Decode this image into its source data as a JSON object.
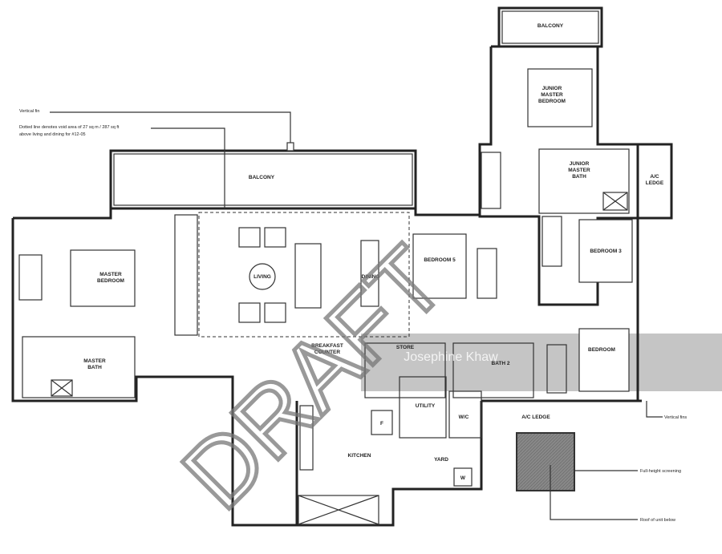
{
  "rooms": {
    "balcony_top": "BALCONY",
    "junior_master_bedroom": [
      "JUNIOR",
      "MASTER",
      "BEDROOM"
    ],
    "junior_master_bath": [
      "JUNIOR",
      "MASTER",
      "BATH"
    ],
    "ac_ledge_right": [
      "A/C",
      "LEDGE"
    ],
    "balcony_main": "BALCONY",
    "master_bedroom": [
      "MASTER",
      "BEDROOM"
    ],
    "living": "LIVING",
    "dining": "DINING",
    "bedroom_5": "BEDROOM 5",
    "bedroom_3": "BEDROOM 3",
    "breakfast_counter": [
      "BREAKFAST",
      "COUNTER"
    ],
    "store": "STORE",
    "bath_2": "BATH 2",
    "bedroom": "BEDROOM",
    "master_bath": [
      "MASTER",
      "BATH"
    ],
    "utility": "UTILITY",
    "wc": "W/C",
    "kitchen": "KITCHEN",
    "yard": "YARD",
    "ac_ledge_bottom": "A/C LEDGE",
    "fridge": "F",
    "washer": "W"
  },
  "annotations": {
    "vertical_fin": "Vertical fin",
    "dotted_line_note": [
      "Dotted line denotes void area of 27 sq m / 287 sq ft",
      "above living and dining for #12-05"
    ],
    "vertical_fins": "Vertical fins",
    "full_height_screening": "Full-height screening",
    "roof_of_unit_below": "Roof of unit below"
  },
  "watermarks": {
    "draft": "DRAFT",
    "agent_name": "Josephine Khaw"
  }
}
